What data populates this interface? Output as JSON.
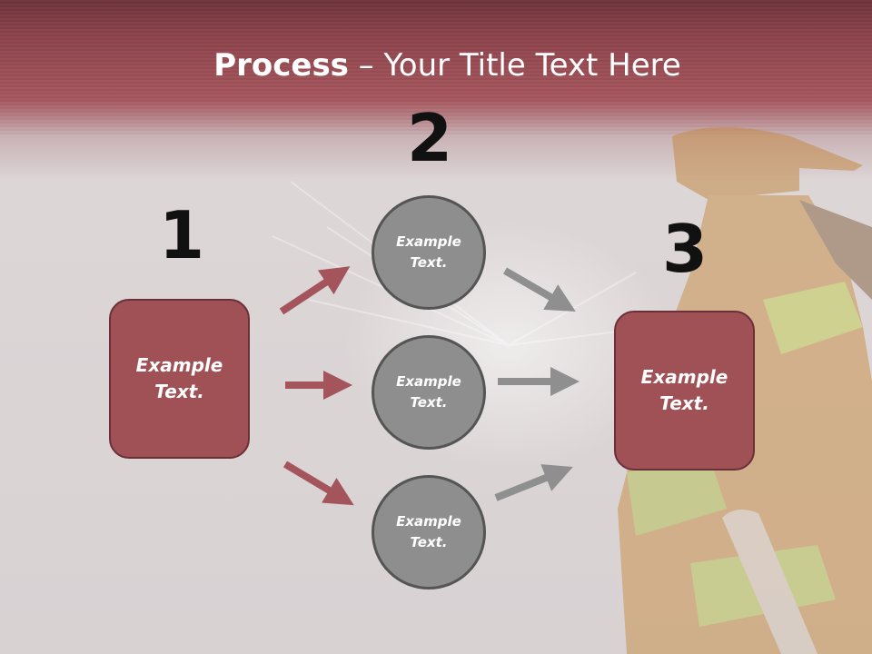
{
  "title": {
    "bold": "Process",
    "rest": " – Your Title Text Here"
  },
  "steps": {
    "one": "1",
    "two": "2",
    "three": "3"
  },
  "left_box": {
    "label": "Example\nText."
  },
  "right_box": {
    "label": "Example\nText."
  },
  "circles": [
    {
      "label": "Example\nText."
    },
    {
      "label": "Example\nText."
    },
    {
      "label": "Example\nText."
    }
  ],
  "colors": {
    "accent": "#a05156",
    "border": "#6b3037",
    "circle": "#8e8e8e",
    "arrow_red": "#a3555b",
    "arrow_gray": "#8f8f8f",
    "header": "#8d434b"
  }
}
